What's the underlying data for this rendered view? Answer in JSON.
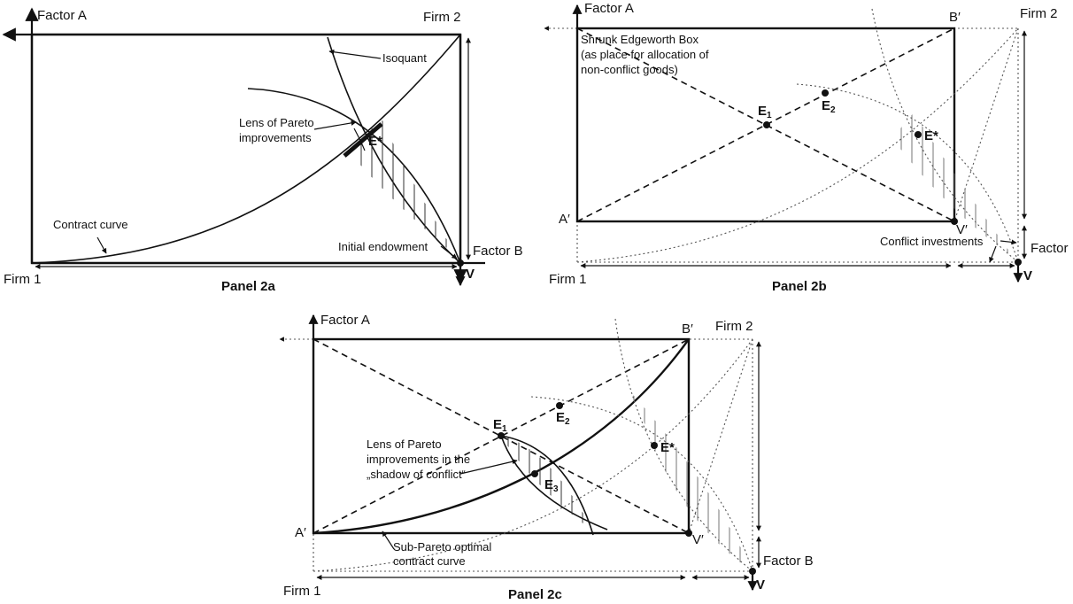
{
  "panel_2a": {
    "title": "Panel 2a",
    "factor_a": "Factor A",
    "factor_b": "Factor B",
    "firm_1": "Firm 1",
    "firm_2": "Firm 2",
    "isoquant": "Isoquant",
    "lens_line1": "Lens of Pareto",
    "lens_line2": "improvements",
    "contract_curve": "Contract curve",
    "initial_endowment": "Initial endowment",
    "e_star": "E*",
    "v": "V"
  },
  "panel_2b": {
    "title": "Panel 2b",
    "factor_a": "Factor A",
    "factor_b": "Factor",
    "firm_1": "Firm 1",
    "firm_2": "Firm 2",
    "box_line1": "Shrunk Edgeworth Box",
    "box_line2": "(as place for allocation of",
    "box_line3": "non-conflict goods)",
    "conflict_investments": "Conflict investments",
    "e1": "E",
    "e1_sub": "1",
    "e2": "E",
    "e2_sub": "2",
    "e_star": "E*",
    "a_prime": "A′",
    "b_prime": "B′",
    "v_prime": "V′",
    "v": "V"
  },
  "panel_2c": {
    "title": "Panel 2c",
    "factor_a": "Factor A",
    "factor_b": "Factor B",
    "firm_1": "Firm 1",
    "firm_2": "Firm 2",
    "lens_line1": "Lens of Pareto",
    "lens_line2": "improvements in the",
    "lens_line3": "„shadow of conflict“",
    "sub_line1": "Sub-Pareto optimal",
    "sub_line2": "contract curve",
    "e1": "E",
    "e1_sub": "1",
    "e2": "E",
    "e2_sub": "2",
    "e3": "E",
    "e3_sub": "3",
    "e_star": "E*",
    "a_prime": "A′",
    "b_prime": "B′",
    "v_prime": "V′",
    "v": "V"
  }
}
